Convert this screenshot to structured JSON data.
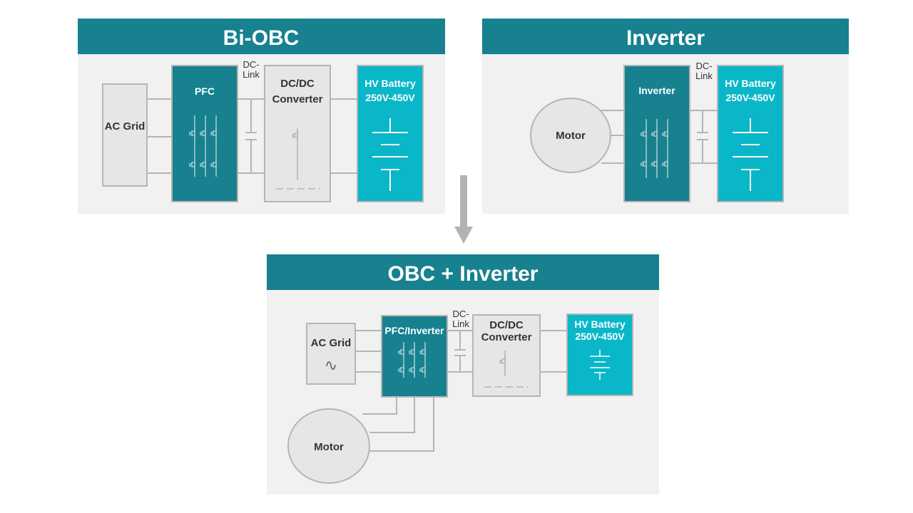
{
  "colors": {
    "header_teal": "#17818f",
    "panel_bg": "#f1f1f1",
    "module_teal": "#17818f",
    "battery_cyan": "#09b7c8",
    "block_grey": "#e6e6e6",
    "wire_grey": "#b5b5b5",
    "arrow_grey": "#b3b3b3"
  },
  "biobc": {
    "title": "Bi-OBC",
    "ac_grid": "AC Grid",
    "pfc": "PFC",
    "dc_link_1": "DC-",
    "dc_link_2": "Link",
    "dcdc_1": "DC/DC",
    "dcdc_2": "Converter",
    "battery_1": "HV Battery",
    "battery_2": "250V-450V"
  },
  "inverter": {
    "title": "Inverter",
    "motor": "Motor",
    "inverter": "Inverter",
    "dc_link_1": "DC-",
    "dc_link_2": "Link",
    "battery_1": "HV Battery",
    "battery_2": "250V-450V"
  },
  "combined": {
    "title": "OBC + Inverter",
    "ac_grid": "AC Grid",
    "ac_symbol": "∿",
    "pfc_inverter": "PFC/Inverter",
    "dc_link_1": "DC-",
    "dc_link_2": "Link",
    "dcdc_1": "DC/DC",
    "dcdc_2": "Converter",
    "battery_1": "HV Battery",
    "battery_2": "250V-450V",
    "motor": "Motor"
  },
  "icons": [
    "arrow-down-icon",
    "switch-icon",
    "capacitor-icon",
    "battery-symbol-icon",
    "ac-sine-icon"
  ]
}
